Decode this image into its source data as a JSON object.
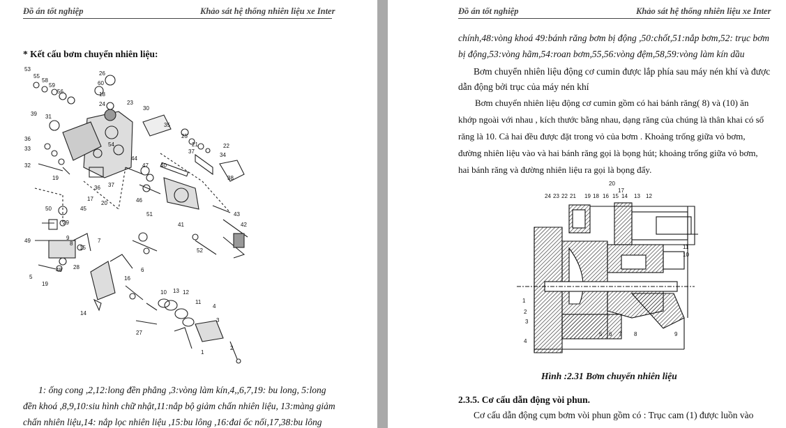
{
  "left_page": {
    "header_left": "Đồ án tốt nghiệp",
    "header_right": "Khảo sát hệ thống nhiên liệu xe Inter",
    "section_title": "* Kết cấu bơm  chuyển nhiên liệu:",
    "exploded_labels": [
      "53",
      "55",
      "58",
      "59",
      "56",
      "26",
      "60",
      "18",
      "24",
      "39",
      "31",
      "23",
      "30",
      "35",
      "25",
      "21",
      "37",
      "36",
      "33",
      "32",
      "54",
      "44",
      "47",
      "22",
      "34",
      "38",
      "19",
      "36",
      "20",
      "17",
      "37",
      "50",
      "46",
      "40",
      "51",
      "45",
      "29",
      "49",
      "8",
      "9",
      "15",
      "7",
      "28",
      "43",
      "42",
      "41",
      "52",
      "5",
      "19",
      "48",
      "16",
      "6",
      "14",
      "10",
      "13",
      "12",
      "11",
      "4",
      "3",
      "2",
      "1",
      "27"
    ],
    "caption_lines": [
      "1: ống cong ,2,12:long đền phẳng ,3:vòng làm kín,4,,6,7,19: bu long, 5:long",
      "đền khoá ,8,9,10:siu hình chữ nhật,11:nắp bộ giảm chấn nhiên liệu, 13:màng giảm",
      "chấn nhiên liệu,14: nắp lọc nhiên liệu ,15:bu lông ,16:đai ốc nối,17,38:bu lông"
    ]
  },
  "right_page": {
    "header_left": "Đồ án tốt nghiệp",
    "header_right": "Khảo sát hệ thống nhiên liệu xe Inter",
    "top_lines": [
      "chính,48:vòng khoá 49:bánh răng bơm bị động  ,50:chốt,51:nắp bơm,52: trục bơm",
      "bị động,53:vòng hãm,54:roan bơm,55,56:vòng đệm,58,59:vòng làm kín dầu"
    ],
    "paragraph_1": [
      "Bơm chuyển nhiên liệu động cơ cumin được lắp phía sau máy nén khí và được",
      "dẫn động bởi trục của máy nén khí"
    ],
    "paragraph_2": [
      "Bơm chuyển nhiên liệu động cơ cumin gồm có hai bánh răng( 8) và (10) ăn",
      "khớp ngoài với nhau , kích thước bằng nhau, dạng răng của chúng là thân khai có số",
      "răng là 10. Cả hai đều được đặt trong vỏ của bơm . Khoảng trống giữa vỏ bơm,",
      "đường nhiên liệu vào và hai bánh răng gọi là bọng hút; khoảng trống giữa vỏ bơm,",
      "hai bánh răng và đường nhiên liệu ra gọi là bọng đẩy."
    ],
    "section_labels": [
      "20",
      "17",
      "24",
      "23",
      "22",
      "21",
      "19",
      "18",
      "16",
      "15",
      "14",
      "13",
      "12",
      "11",
      "10",
      "1",
      "2",
      "3",
      "4",
      "5",
      "6",
      "7",
      "8",
      "9"
    ],
    "figure_caption": "Hình :2.31 Bơm chuyển nhiên liệu",
    "subsection_heading": "2.3.5. Cơ cấu dẫn động vòi phun.",
    "last_line": "Cơ cấu dẫn động cụm bơm vòi phun  gồm có :  Trục cam  (1) được luồn vào"
  }
}
